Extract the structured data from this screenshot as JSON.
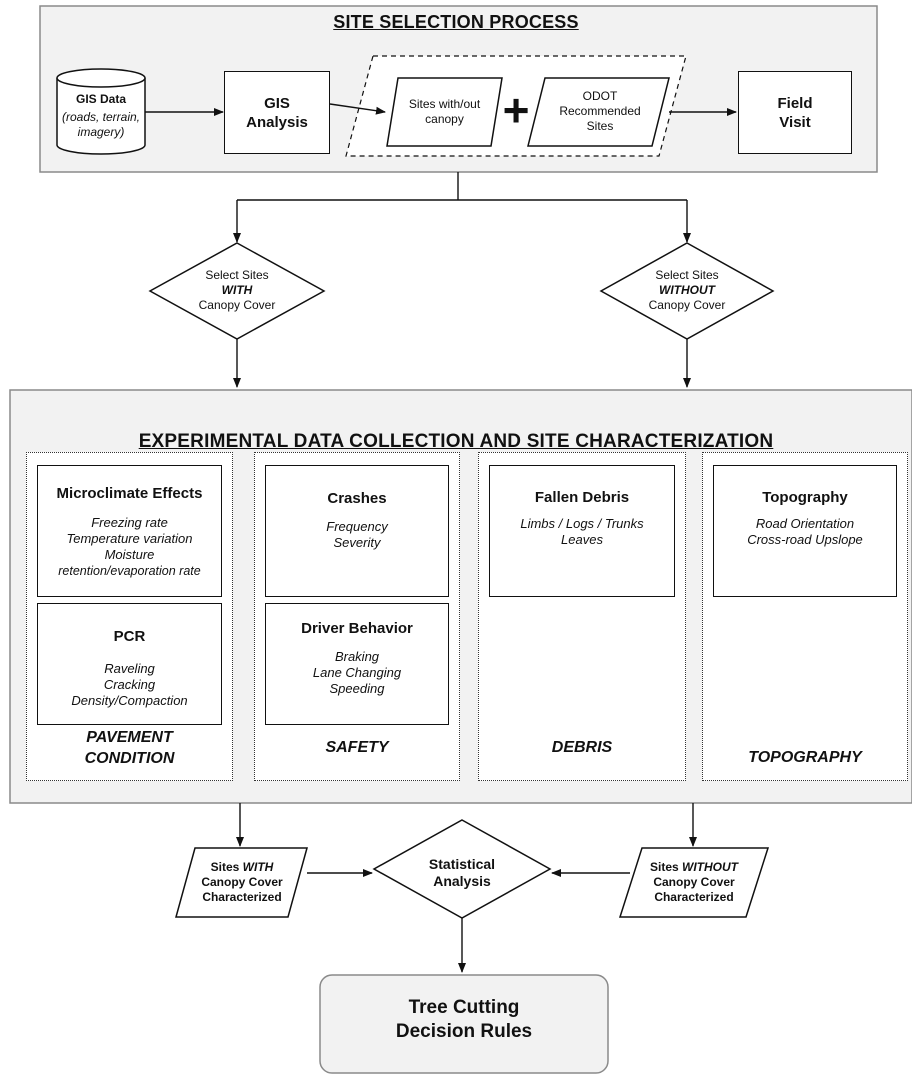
{
  "site_selection": {
    "title": "SITE SELECTION PROCESS",
    "gis_data": {
      "title": "GIS Data",
      "lines": [
        "(roads, terrain,",
        "imagery)"
      ]
    },
    "gis_analysis": [
      "GIS",
      "Analysis"
    ],
    "sites_with_out": [
      "Sites with/out",
      "canopy"
    ],
    "plus": "+",
    "odot": [
      "ODOT",
      "Recommended",
      "Sites"
    ],
    "field_visit": [
      "Field",
      "Visit"
    ]
  },
  "selection": {
    "with": {
      "line1": "Select Sites",
      "line2": "WITH",
      "line3": "Canopy Cover"
    },
    "without": {
      "line1": "Select Sites",
      "line2": "WITHOUT",
      "line3": "Canopy Cover"
    }
  },
  "experimental": {
    "title": "EXPERIMENTAL DATA COLLECTION AND SITE CHARACTERIZATION",
    "columns": [
      {
        "category": [
          "PAVEMENT",
          "CONDITION"
        ],
        "cards": [
          {
            "heading": "Microclimate Effects",
            "lines": [
              "Freezing rate",
              "Temperature variation",
              "Moisture",
              "retention/evaporation rate"
            ]
          },
          {
            "heading": "PCR",
            "lines": [
              "Raveling",
              "Cracking",
              "Density/Compaction"
            ]
          }
        ]
      },
      {
        "category": [
          "SAFETY"
        ],
        "cards": [
          {
            "heading": "Crashes",
            "lines": [
              "Frequency",
              "Severity"
            ]
          },
          {
            "heading": "Driver Behavior",
            "lines": [
              "Braking",
              "Lane Changing",
              "Speeding"
            ]
          }
        ]
      },
      {
        "category": [
          "DEBRIS"
        ],
        "cards": [
          {
            "heading": "Fallen Debris",
            "lines": [
              "Limbs / Logs / Trunks",
              "Leaves"
            ]
          }
        ]
      },
      {
        "category": [
          "TOPOGRAPHY"
        ],
        "cards": [
          {
            "heading": "Topography",
            "lines": [
              "Road Orientation",
              "Cross-road Upslope"
            ]
          }
        ]
      }
    ]
  },
  "results": {
    "with": {
      "pre": "Sites ",
      "em": "WITH",
      "line2": "Canopy Cover",
      "line3": "Characterized"
    },
    "without": {
      "pre": "Sites ",
      "em": "WITHOUT",
      "line2": "Canopy Cover",
      "line3": "Characterized"
    },
    "statistical": [
      "Statistical",
      "Analysis"
    ],
    "output": [
      "Tree Cutting",
      "Decision Rules"
    ]
  }
}
